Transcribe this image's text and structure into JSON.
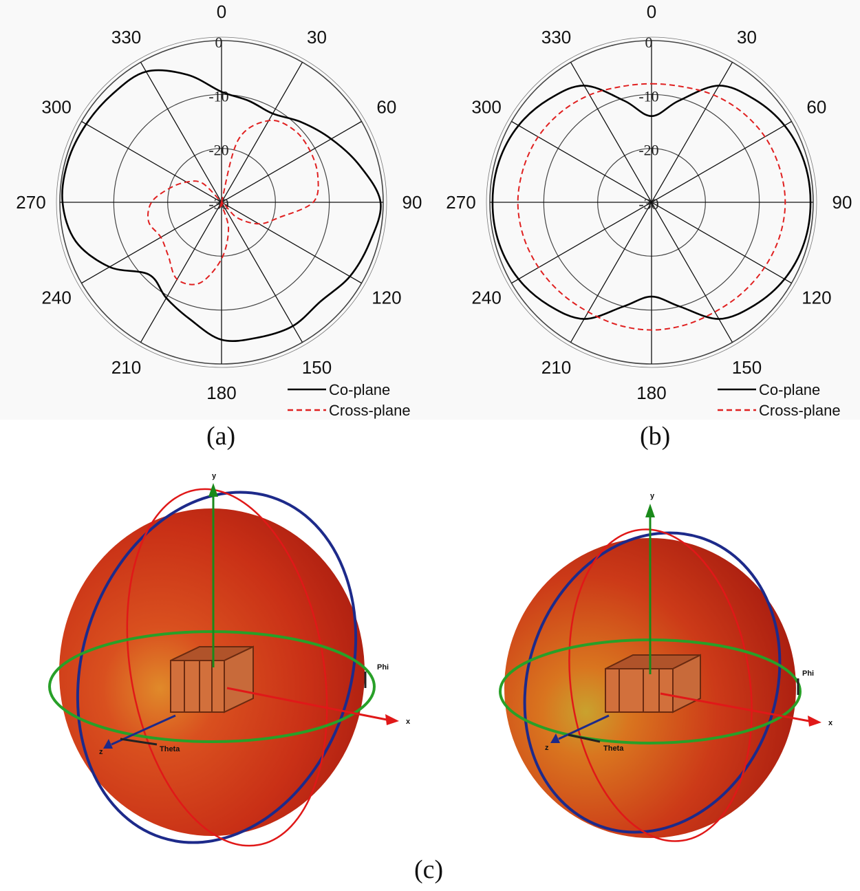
{
  "chart_data": [
    {
      "type": "polar",
      "panel_label": "(a)",
      "angle_ticks": [
        "0",
        "30",
        "60",
        "90",
        "120",
        "150",
        "180",
        "210",
        "240",
        "270",
        "300",
        "330"
      ],
      "radial_ticks": [
        "0",
        "-10",
        "-20",
        "-30"
      ],
      "rlim": [
        -30,
        0
      ],
      "grid": true,
      "legend_position": "bottom-right",
      "series": [
        {
          "name": "Co-plane",
          "color": "#000000",
          "style": "solid",
          "theta": [
            0,
            15,
            30,
            45,
            60,
            75,
            90,
            105,
            120,
            135,
            150,
            165,
            180,
            195,
            210,
            225,
            240,
            255,
            270,
            285,
            300,
            315,
            330,
            345,
            360
          ],
          "values": [
            -9.5,
            -10.5,
            -11,
            -9,
            -6.5,
            -3.5,
            -0.5,
            -1.5,
            -2.5,
            -4,
            -3.5,
            -4,
            -4.5,
            -7.5,
            -9.5,
            -11,
            -6,
            -2,
            -0.5,
            -0.5,
            -1,
            -1.5,
            -2,
            -5.5,
            -9.5
          ]
        },
        {
          "name": "Cross-plane",
          "color": "#e02020",
          "style": "dashed",
          "theta": [
            0,
            15,
            30,
            45,
            60,
            75,
            90,
            105,
            120,
            135,
            150,
            165,
            180,
            195,
            210,
            225,
            240,
            255,
            270,
            285,
            300,
            315,
            330,
            345,
            360
          ],
          "values": [
            -30,
            -18,
            -12.5,
            -11,
            -11,
            -11.5,
            -13,
            -19,
            -22,
            -26,
            -30,
            -25,
            -19.5,
            -14.5,
            -13.5,
            -16,
            -17,
            -16,
            -17,
            -20,
            -22.5,
            -25,
            -30,
            -30,
            -30
          ]
        }
      ]
    },
    {
      "type": "polar",
      "panel_label": "(b)",
      "angle_ticks": [
        "0",
        "30",
        "60",
        "90",
        "120",
        "150",
        "180",
        "210",
        "240",
        "270",
        "300",
        "330"
      ],
      "radial_ticks": [
        "0",
        "-10",
        "-20",
        "-30"
      ],
      "rlim": [
        -30,
        0
      ],
      "grid": true,
      "legend_position": "bottom-right",
      "series": [
        {
          "name": "Co-plane",
          "color": "#000000",
          "style": "solid",
          "theta": [
            0,
            15,
            30,
            45,
            60,
            75,
            90,
            105,
            120,
            135,
            150,
            165,
            180,
            195,
            210,
            225,
            240,
            255,
            270,
            285,
            300,
            315,
            330,
            345,
            360
          ],
          "values": [
            -14,
            -10.5,
            -5,
            -3,
            -1.5,
            -0.7,
            -0.5,
            -0.7,
            -1.5,
            -3,
            -5,
            -10,
            -12.5,
            -10,
            -5,
            -3,
            -1.5,
            -0.7,
            -0.5,
            -0.7,
            -1.5,
            -3,
            -5,
            -10.5,
            -14
          ]
        },
        {
          "name": "Cross-plane",
          "color": "#e02020",
          "style": "dashed",
          "theta": [
            0,
            15,
            30,
            45,
            60,
            75,
            90,
            105,
            120,
            135,
            150,
            165,
            180,
            195,
            210,
            225,
            240,
            255,
            270,
            285,
            300,
            315,
            330,
            345,
            360
          ],
          "values": [
            -8,
            -7.8,
            -7,
            -6.3,
            -5.7,
            -5.4,
            -5.2,
            -5.4,
            -5.8,
            -6.2,
            -6.5,
            -6.4,
            -6.3,
            -6.4,
            -6.5,
            -6.2,
            -5.8,
            -5.4,
            -5.2,
            -5.4,
            -5.7,
            -6.3,
            -7,
            -7.8,
            -8
          ]
        }
      ]
    }
  ],
  "captions": {
    "a": "(a)",
    "b": "(b)",
    "c": "(c)"
  },
  "sphere_labels": {
    "y": "y",
    "x": "x",
    "z": "z",
    "phi": "Phi",
    "theta": "Theta"
  }
}
